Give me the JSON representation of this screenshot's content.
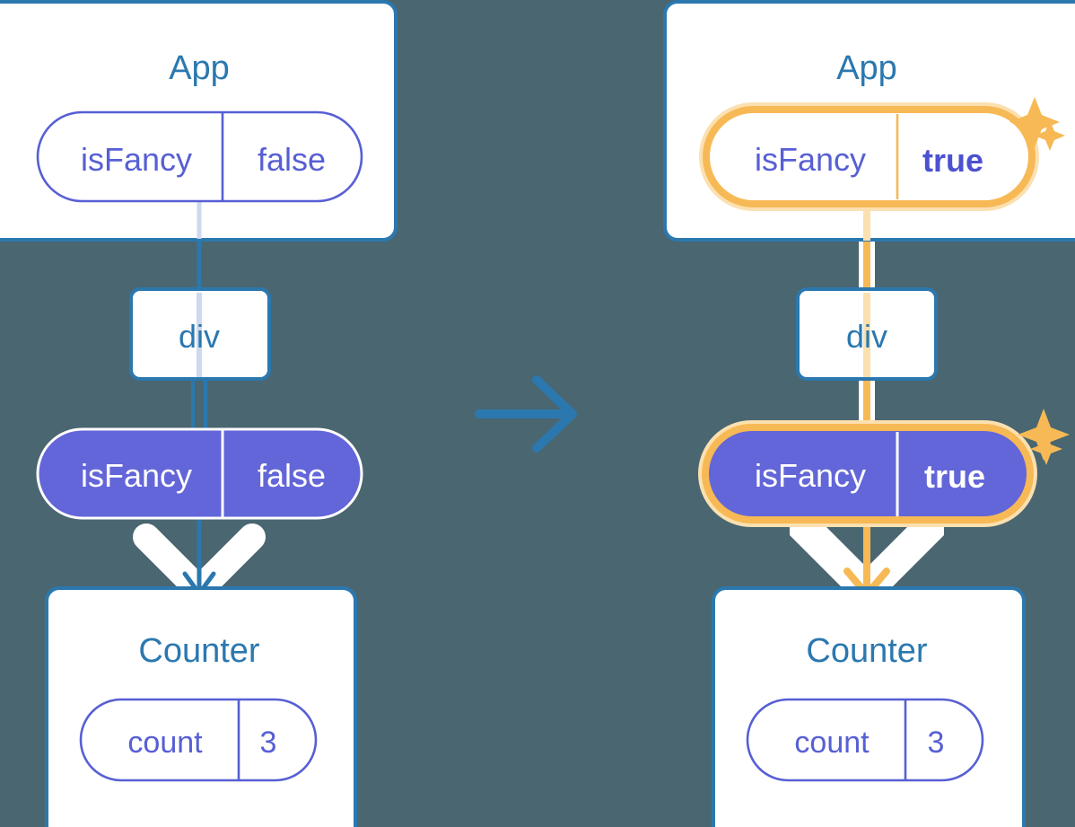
{
  "meta": {
    "title": "React state propagation diagram",
    "background_color": "#4a6670"
  },
  "colors": {
    "card_border": "#2b78af",
    "card_fill": "#ffffff",
    "heading_text": "#2b78af",
    "pill_stroke": "#575fd4",
    "pill_text": "#575fd4",
    "pill_filled_bg": "#6366d8",
    "pill_filled_text": "#ffffff",
    "highlight_ring": "#f7b955",
    "highlight_glow": "#fbe0b0",
    "arrow_white": "#ffffff",
    "connector_blue": "#2b78af",
    "connector_blue_faded": "#cdd9ef",
    "connector_orange_faded": "#fbe0b0",
    "sparkle": "#f7b955",
    "transition_arrow": "#2b78af"
  },
  "before": {
    "app_card": {
      "title": "App",
      "state_pill": {
        "key": "isFancy",
        "value": "false",
        "highlighted": false,
        "filled": false
      }
    },
    "div_node": {
      "label": "div"
    },
    "prop_pill": {
      "key": "isFancy",
      "value": "false",
      "highlighted": false,
      "filled": true
    },
    "counter_card": {
      "title": "Counter",
      "state_pill": {
        "key": "count",
        "value": "3",
        "highlighted": false,
        "filled": false
      }
    }
  },
  "transition": {
    "icon": "arrow-right-icon"
  },
  "after": {
    "app_card": {
      "title": "App",
      "state_pill": {
        "key": "isFancy",
        "value": "true",
        "highlighted": true,
        "filled": false
      },
      "sparkles": [
        "sparkle-large-icon",
        "sparkle-small-icon"
      ]
    },
    "div_node": {
      "label": "div"
    },
    "prop_pill": {
      "key": "isFancy",
      "value": "true",
      "highlighted": true,
      "filled": true
    },
    "counter_card": {
      "title": "Counter",
      "state_pill": {
        "key": "count",
        "value": "3",
        "highlighted": false,
        "filled": false
      }
    },
    "sparkles": [
      "sparkle-large-icon",
      "sparkle-small-icon"
    ]
  }
}
